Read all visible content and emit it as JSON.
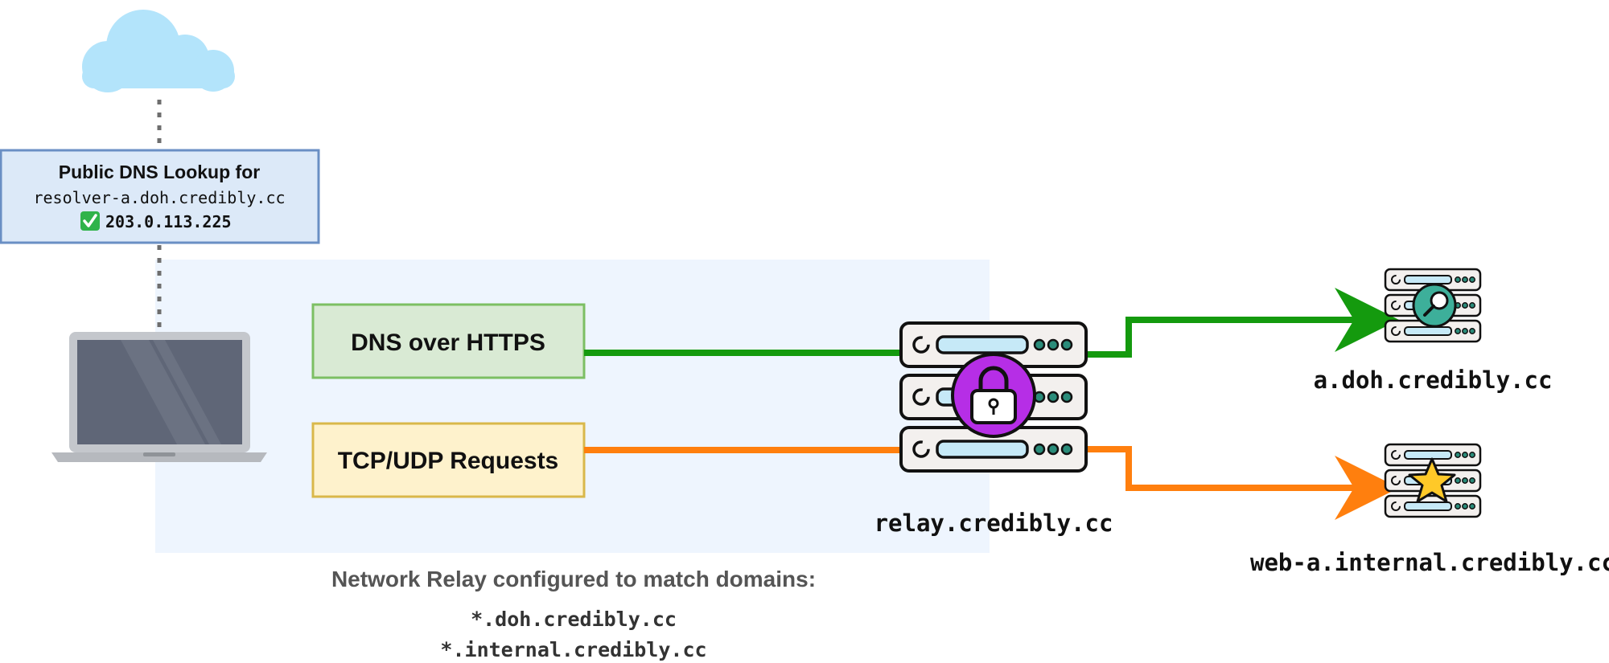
{
  "dns_lookup": {
    "title": "Public DNS Lookup for",
    "hostname": "resolver-a.doh.credibly.cc",
    "check_icon": "check-mark-button-icon",
    "ip": "203.0.113.225"
  },
  "flows": {
    "doh_label": "DNS over HTTPS",
    "tcp_label": "TCP/UDP Requests"
  },
  "relay": {
    "name": "relay.credibly.cc",
    "badge_icon": "padlock-icon"
  },
  "destinations": [
    {
      "name": "a.doh.credibly.cc",
      "badge_icon": "magnifier-icon"
    },
    {
      "name": "web-a.internal.credibly.cc",
      "badge_icon": "star-icon"
    }
  ],
  "relay_config": {
    "heading": "Network Relay configured to match domains:",
    "domains": [
      "*.doh.credibly.cc",
      "*.internal.credibly.cc"
    ]
  },
  "colors": {
    "doh_line": "#149a0e",
    "tcp_line": "#ff7f0e",
    "relay_badge": "#b62ee6",
    "doh_badge": "#3daf9a",
    "star": "#ffc928",
    "cloud": "#b3e4fb",
    "relay_region": "#eef5fe"
  }
}
